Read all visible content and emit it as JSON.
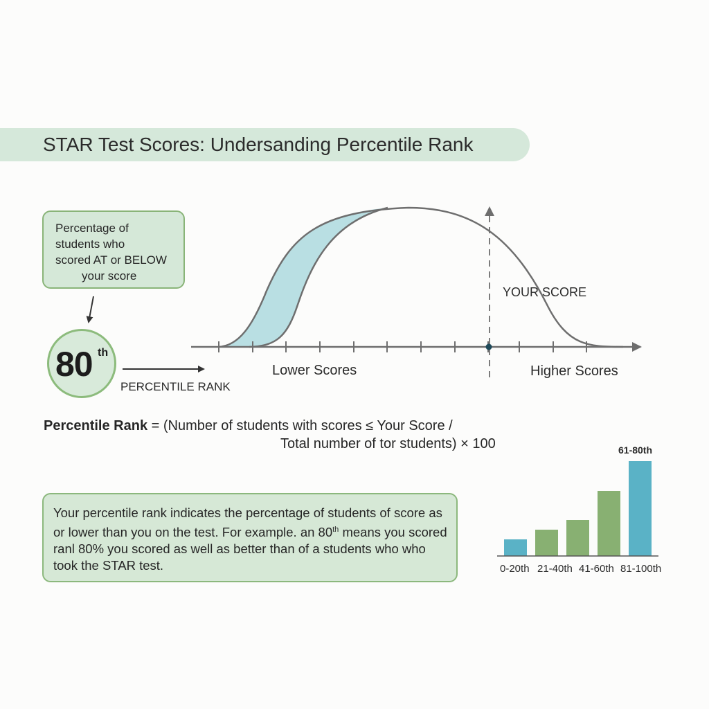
{
  "title": "STAR Test Scores: Undersanding Percentile Rank",
  "callout": {
    "lines": [
      "Percentage of",
      "students who",
      "scored AT or BELOW",
      "your score"
    ]
  },
  "badge": {
    "value": "80",
    "suffix": "th",
    "label": "PERCENTILE RANK"
  },
  "curve": {
    "marker_label": "YOUR SCORE",
    "left_label": "Lower Scores",
    "right_label": "Higher Scores",
    "tick_count": 12,
    "fill_color": "#b9dfe3",
    "line_color": "#6e6e6e"
  },
  "formula": {
    "lhs": "Percentile Rank",
    "line1": " = (Number of students with scores ≤ Your Score /",
    "line2": "Total number of tor students) × 100"
  },
  "explanation": {
    "text_before_sup": "Your percentile rank indicates the percentage of students of score as or lower than you on the test. For example. an 80",
    "sup": "th",
    "text_after_sup": " means you scored ranl 80% you scored as well as better than of a students who who took the STAR test."
  },
  "chart_data": {
    "type": "bar",
    "title": "",
    "categories": [
      "0-20th",
      "21-40th",
      "41-60th",
      "61-80th",
      "81-100th"
    ],
    "x_tick_labels_shown": [
      "0-20th",
      "21-40th",
      "41-60th",
      "81-100th"
    ],
    "top_label": "61-80th",
    "values": [
      24,
      38,
      52,
      94,
      137
    ],
    "colors": [
      "#5ab2c6",
      "#88b072",
      "#88b072",
      "#88b072",
      "#5ab2c6"
    ],
    "xlabel": "",
    "ylabel": "",
    "grid": false,
    "legend": false
  },
  "colors": {
    "accent_green": "#8cb87d",
    "panel_green": "#d6e8d6",
    "accent_blue": "#5ab2c6"
  }
}
